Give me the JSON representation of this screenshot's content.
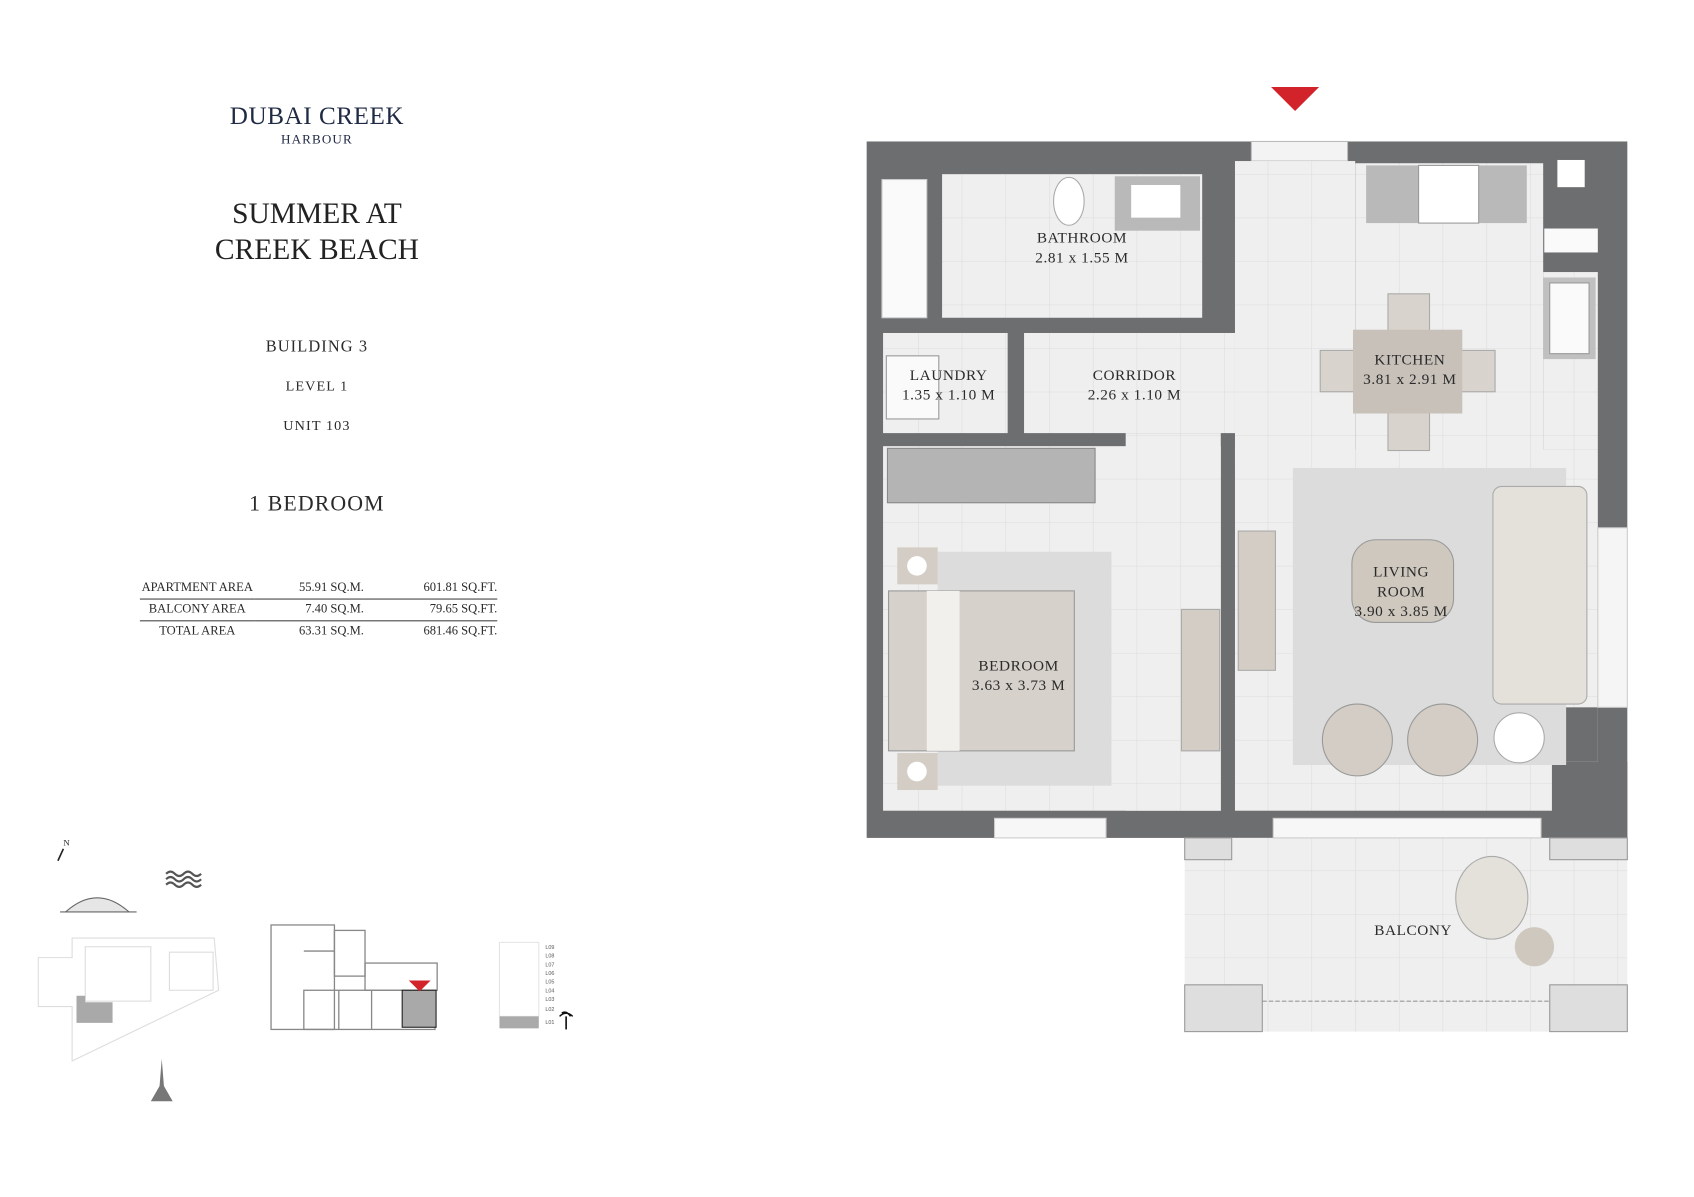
{
  "brand": {
    "name": "DUBAI CREEK",
    "sub": "HARBOUR"
  },
  "project": {
    "line1": "SUMMER AT",
    "line2": "CREEK BEACH"
  },
  "building": "BUILDING 3",
  "level": "LEVEL 1",
  "unit": "UNIT 103",
  "unit_type": "1 BEDROOM",
  "areas": [
    {
      "label": "APARTMENT AREA",
      "sqm": "55.91 SQ.M.",
      "sqft": "601.81 SQ.FT."
    },
    {
      "label": "BALCONY AREA",
      "sqm": "7.40 SQ.M.",
      "sqft": "79.65 SQ.FT."
    },
    {
      "label": "TOTAL AREA",
      "sqm": "63.31 SQ.M.",
      "sqft": "681.46 SQ.FT."
    }
  ],
  "rooms": {
    "bathroom": {
      "name": "BATHROOM",
      "dims": "2.81 x 1.55 M"
    },
    "laundry": {
      "name": "LAUNDRY",
      "dims": "1.35 x 1.10 M"
    },
    "corridor": {
      "name": "CORRIDOR",
      "dims": "2.26 x 1.10 M"
    },
    "kitchen": {
      "name": "KITCHEN",
      "dims": "3.81 x 2.91 M"
    },
    "living": {
      "name": "LIVING ROOM",
      "dims": "3.90 x 3.85 M"
    },
    "bedroom": {
      "name": "BEDROOM",
      "dims": "3.63 x 3.73 M"
    },
    "balcony": {
      "name": "BALCONY"
    }
  },
  "key_plan": {
    "north_label": "N",
    "levels": [
      "L09",
      "L08",
      "L07",
      "L06",
      "L05",
      "L04",
      "L03",
      "L02",
      "L01"
    ],
    "current_level": "L01"
  },
  "colors": {
    "wall": "#6d6e70",
    "marker": "#d2232a",
    "furniture": "#d3cdc5",
    "floor": "#efefef"
  }
}
